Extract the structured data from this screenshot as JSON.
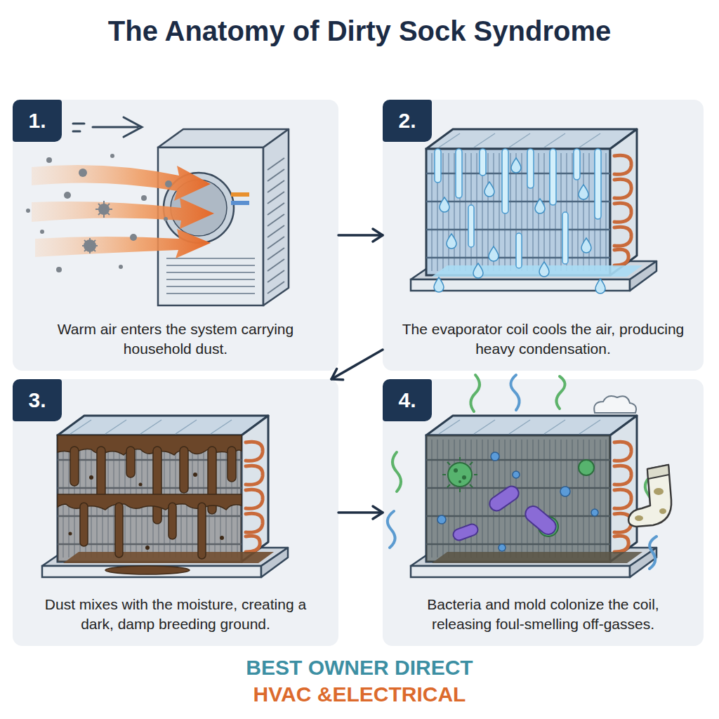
{
  "diagram": {
    "title": "The Anatomy of Dirty Sock Syndrome",
    "nodes": [
      {
        "text": [
          "Warm air enters the system carrying household dust."
        ]
      },
      {
        "text": [
          "1."
        ],
        "in": 0
      },
      {
        "text": [
          "The evaporator coil cools the air, producing heavy condensation."
        ]
      },
      {
        "text": [
          "2."
        ],
        "in": 2
      },
      {
        "text": [
          "Dust mixes with the moisture, creating a dark, damp breeding ground."
        ]
      },
      {
        "text": [
          "3."
        ],
        "in": 4
      },
      {
        "text": [
          "Bacteria and mold colonize the coil, releasing foul-smelling off-gasses."
        ]
      },
      {
        "text": [
          "4."
        ],
        "in": 6
      }
    ],
    "edges": [
      {
        "from": 0,
        "to": 2,
        "arrow": "to"
      },
      {
        "from": 2,
        "to": 4,
        "arrow": "to"
      },
      {
        "from": 4,
        "to": 6,
        "arrow": "to"
      }
    ],
    "labels": [
      "BEST OWNER DIRECT",
      "HVAC &ELECTRICAL"
    ]
  }
}
